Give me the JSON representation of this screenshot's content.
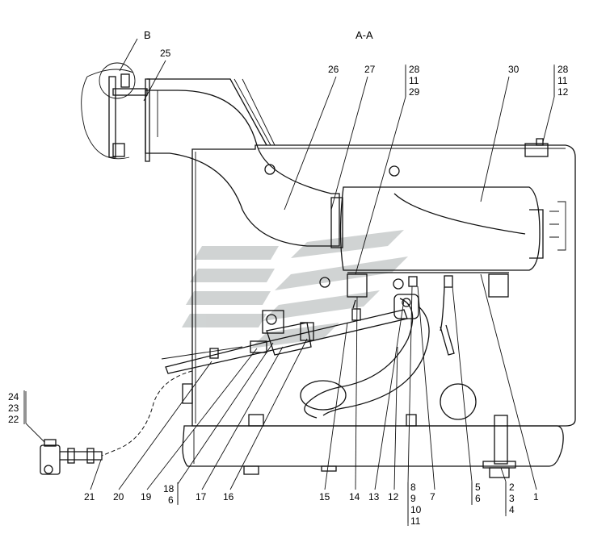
{
  "section_title": "A-A",
  "view_label": "B",
  "callouts": {
    "c25": "25",
    "c26": "26",
    "c27": "27",
    "c30": "30",
    "t1_a": "28",
    "t1_b": "11",
    "t1_c": "29",
    "t2_a": "28",
    "t2_b": "11",
    "t2_c": "12",
    "l_a": "24",
    "l_b": "23",
    "l_c": "22",
    "b21": "21",
    "b20": "20",
    "b19": "19",
    "b18": "18",
    "b6a": "6",
    "b17": "17",
    "b16": "16",
    "b15": "15",
    "b14": "14",
    "b13": "13",
    "b12": "12",
    "s8": "8",
    "s9": "9",
    "s10": "10",
    "s11": "11",
    "b7": "7",
    "s5": "5",
    "s6": "6",
    "b1": "1",
    "s2": "2",
    "s3": "3",
    "s4": "4"
  },
  "colors": {
    "watermark": "#c8cccc",
    "line": "#111111"
  }
}
